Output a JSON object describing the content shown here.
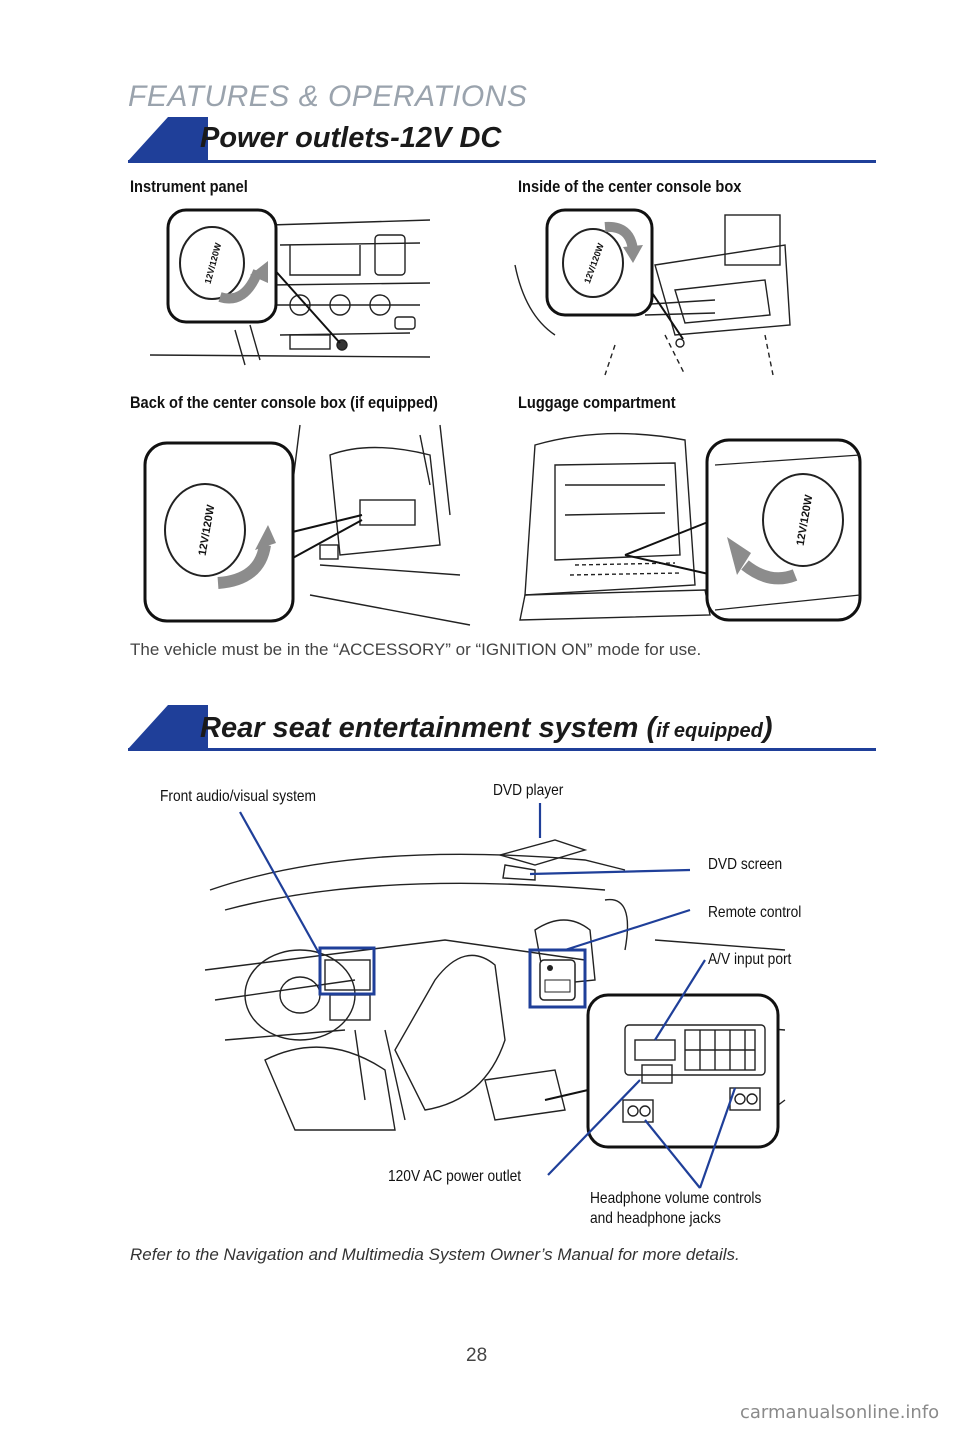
{
  "page": {
    "section_header": "FEATURES & OPERATIONS",
    "page_number": "28",
    "watermark": "carmanualsonline.info"
  },
  "power_outlets": {
    "title": "Power outlets-12V DC",
    "captions": {
      "instrument_panel": "Instrument panel",
      "console_inside": "Inside of the center console box",
      "console_back": "Back of the center console box (if equipped)",
      "luggage": "Luggage compartment"
    },
    "outlet_label": "12V/120W",
    "note": "The vehicle must be in the “ACCESSORY” or “IGNITION ON” mode for use."
  },
  "rse": {
    "title_main": "Rear seat entertainment system (",
    "title_small": "if equipped",
    "title_close": ")",
    "callouts": {
      "front_av": "Front audio/visual system",
      "dvd_player": "DVD player",
      "dvd_screen": "DVD screen",
      "remote": "Remote control",
      "av_input": "A/V input port",
      "ac_outlet": "120V AC power outlet",
      "headphone_1": "Headphone volume controls",
      "headphone_2": "and headphone jacks"
    },
    "footnote": "Refer to the Navigation and Multimedia System Owner’s Manual for more details."
  },
  "colors": {
    "accent_blue": "#1f3f99",
    "header_gray": "#9aa3ad",
    "arrow_gray": "#8c8c8c"
  }
}
